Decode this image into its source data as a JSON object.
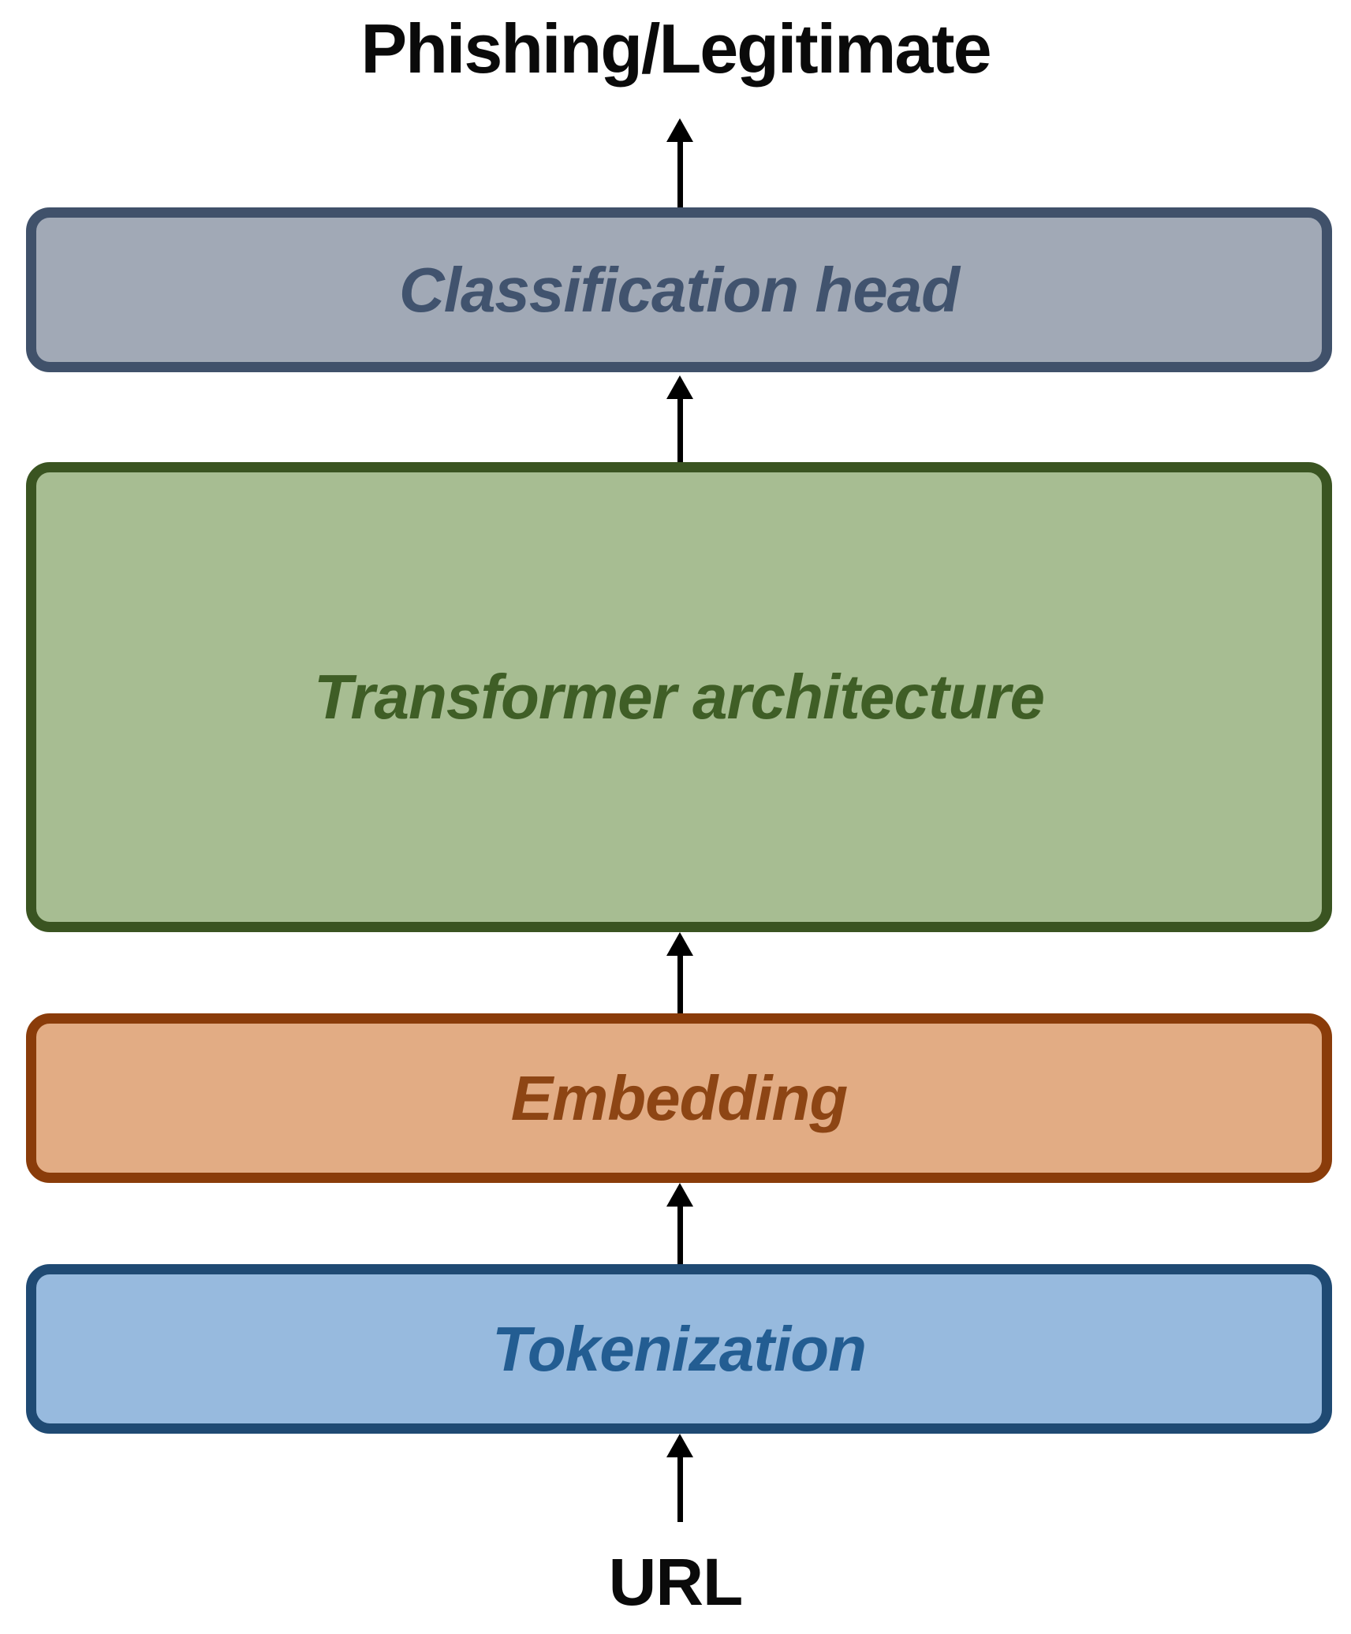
{
  "diagram": {
    "output_label": "Phishing/Legitimate",
    "input_label": "URL",
    "arrow_color": "#000000",
    "nodes": [
      {
        "id": "classification-head",
        "label": "Classification head",
        "fill": "#a1a9b6",
        "border": "#40516a",
        "text": "#41536e"
      },
      {
        "id": "transformer-architecture",
        "label": "Transformer architecture",
        "fill": "#a7bd92",
        "border": "#3a5421",
        "text": "#3f5e26"
      },
      {
        "id": "embedding",
        "label": "Embedding",
        "fill": "#e2ac84",
        "border": "#8a3c0a",
        "text": "#8d4514"
      },
      {
        "id": "tokenization",
        "label": "Tokenization",
        "fill": "#97bade",
        "border": "#1f4a73",
        "text": "#235d92"
      }
    ],
    "arrows": [
      {
        "from": "URL",
        "to": "Tokenization"
      },
      {
        "from": "Tokenization",
        "to": "Embedding"
      },
      {
        "from": "Embedding",
        "to": "Transformer architecture"
      },
      {
        "from": "Transformer architecture",
        "to": "Classification head"
      },
      {
        "from": "Classification head",
        "to": "Phishing/Legitimate"
      }
    ]
  }
}
